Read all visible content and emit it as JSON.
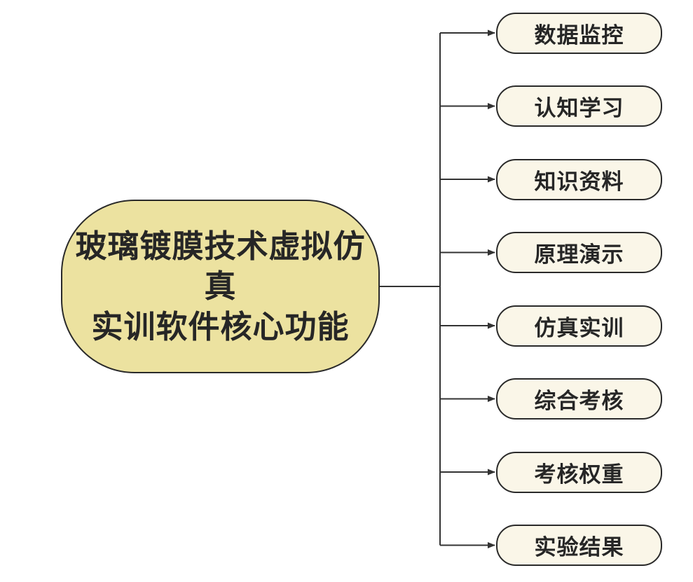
{
  "diagram": {
    "type": "mindmap",
    "root": {
      "label": "玻璃镀膜技术虚拟仿真实训软件核心功能",
      "lines": [
        "玻璃镀膜技术虚拟仿真",
        "实训软件核心功能"
      ]
    },
    "branches": [
      {
        "label": "数据监控"
      },
      {
        "label": "认知学习"
      },
      {
        "label": "知识资料"
      },
      {
        "label": "原理演示"
      },
      {
        "label": "仿真实训"
      },
      {
        "label": "综合考核"
      },
      {
        "label": "考核权重"
      },
      {
        "label": "实验结果"
      }
    ],
    "colors": {
      "background": "#ffffff",
      "root_fill": "#ece2a0",
      "branch_fill": "#faf6e8",
      "node_border": "#2a2a2a",
      "connector": "#333333",
      "text": "#262626"
    }
  }
}
